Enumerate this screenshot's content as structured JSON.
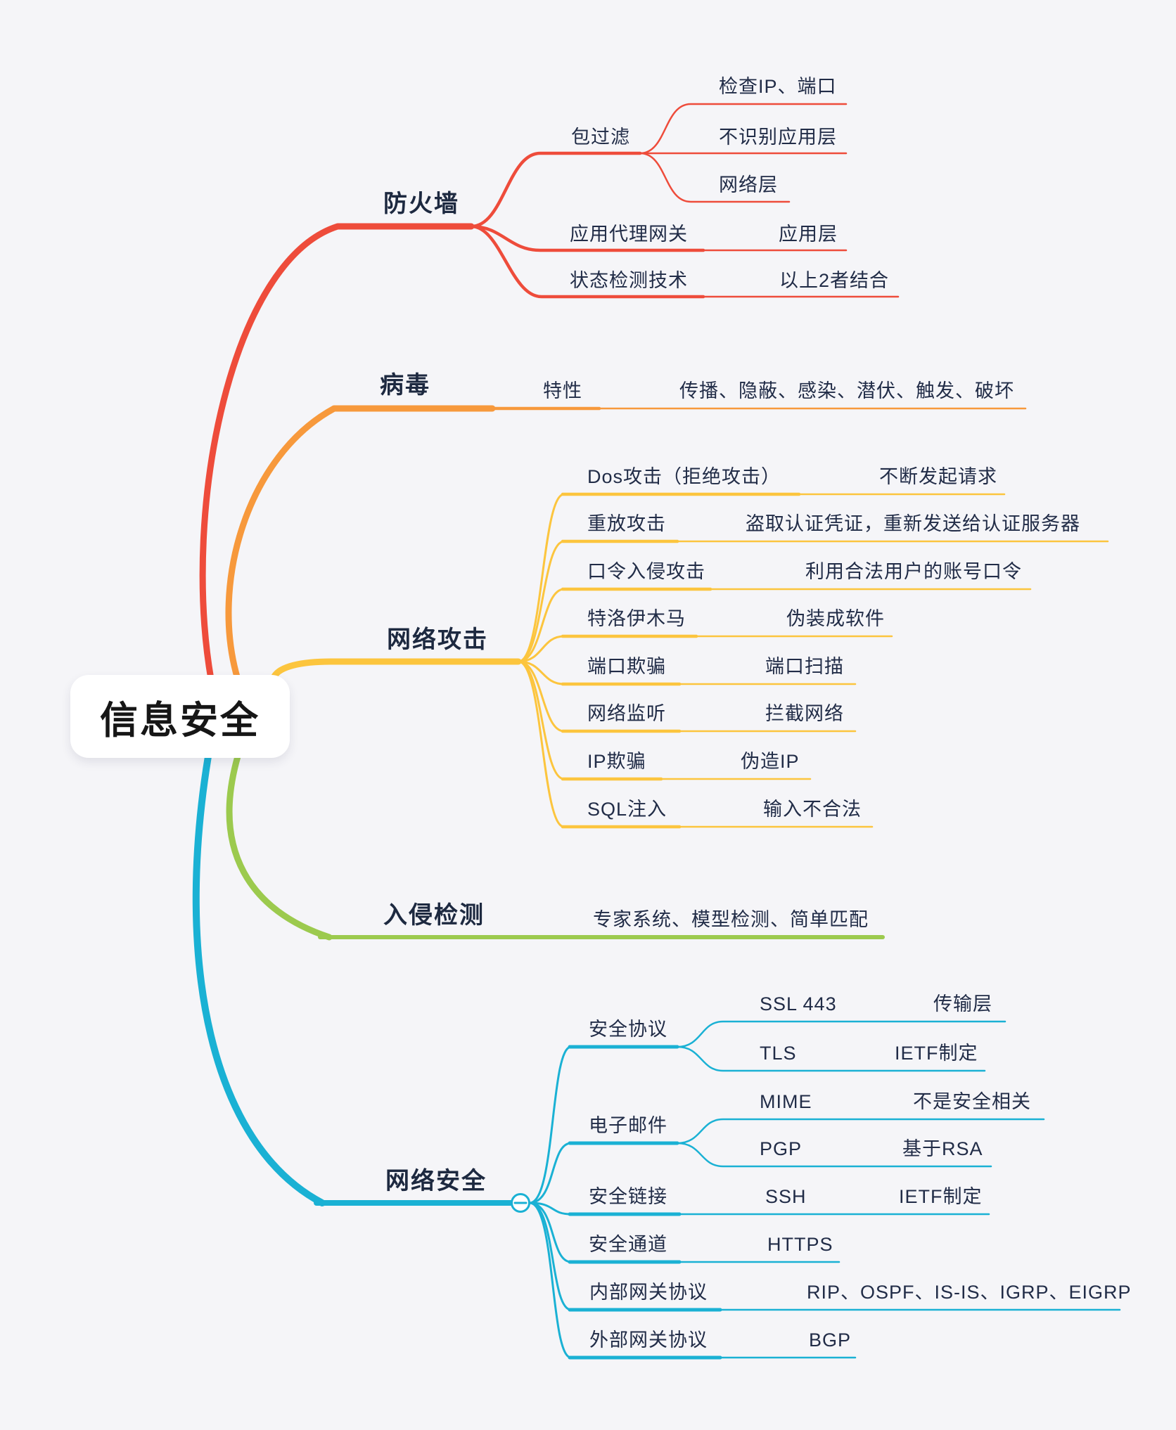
{
  "root": {
    "label": "信息安全"
  },
  "colors": {
    "background": "#f5f5f8",
    "firewall_branch": "#ee4c3b",
    "virus_branch": "#f7993c",
    "attack_branch": "#fcc53e",
    "ids_branch": "#9cca4e",
    "netsec_branch": "#1ab1d4",
    "text": "#212c47",
    "root_text": "#161616",
    "root_bg": "#ffffff"
  },
  "icons": {
    "collapse": "minus-in-circle"
  },
  "branches": {
    "firewall": {
      "label": "防火墙",
      "packet_filter": {
        "label": "包过滤",
        "children": [
          "检查IP、端口",
          "不识别应用层",
          "网络层"
        ]
      },
      "proxy": {
        "label": "应用代理网关",
        "desc": "应用层"
      },
      "stateful": {
        "label": "状态检测技术",
        "desc": "以上2者结合"
      }
    },
    "virus": {
      "label": "病毒",
      "trait": {
        "label": "特性",
        "desc": "传播、隐蔽、感染、潜伏、触发、破坏"
      }
    },
    "attack": {
      "label": "网络攻击",
      "rows": [
        {
          "label": "Dos攻击（拒绝攻击）",
          "desc": "不断发起请求"
        },
        {
          "label": "重放攻击",
          "desc": "盗取认证凭证，重新发送给认证服务器"
        },
        {
          "label": "口令入侵攻击",
          "desc": "利用合法用户的账号口令"
        },
        {
          "label": "特洛伊木马",
          "desc": "伪装成软件"
        },
        {
          "label": "端口欺骗",
          "desc": "端口扫描"
        },
        {
          "label": "网络监听",
          "desc": "拦截网络"
        },
        {
          "label": "IP欺骗",
          "desc": "伪造IP"
        },
        {
          "label": "SQL注入",
          "desc": "输入不合法"
        }
      ]
    },
    "ids": {
      "label": "入侵检测",
      "desc": "专家系统、模型检测、简单匹配"
    },
    "netsec": {
      "label": "网络安全",
      "protocol": {
        "label": "安全协议",
        "rows": [
          {
            "label": "SSL 443",
            "desc": "传输层"
          },
          {
            "label": "TLS",
            "desc": "IETF制定"
          }
        ]
      },
      "email": {
        "label": "电子邮件",
        "rows": [
          {
            "label": "MIME",
            "desc": "不是安全相关"
          },
          {
            "label": "PGP",
            "desc": "基于RSA"
          }
        ]
      },
      "link": {
        "label": "安全链接",
        "mid": "SSH",
        "desc": "IETF制定"
      },
      "channel": {
        "label": "安全通道",
        "mid": "HTTPS"
      },
      "igp": {
        "label": "内部网关协议",
        "desc": "RIP、OSPF、IS-IS、IGRP、EIGRP"
      },
      "egp": {
        "label": "外部网关协议",
        "desc": "BGP"
      }
    }
  }
}
